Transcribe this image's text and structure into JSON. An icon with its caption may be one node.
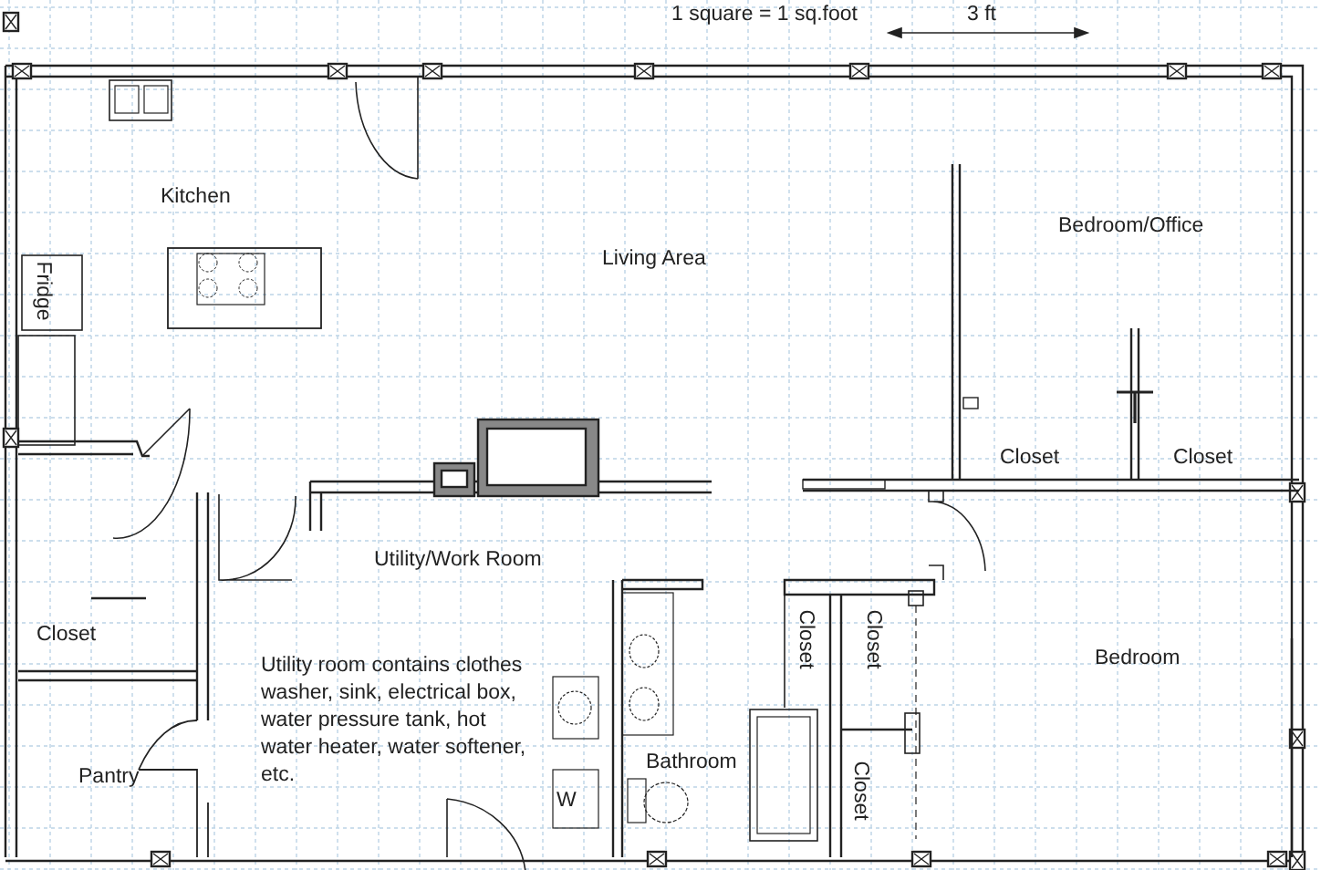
{
  "diagram": {
    "labels": [
      "1 square = 1 sq.foot",
      "3 ft",
      "Kitchen",
      "Bedroom/Office",
      "Living Area",
      "Fridge",
      "Closet",
      "Closet",
      "Utility/Work Room",
      "Closet",
      "Closet",
      "Closet",
      "Bedroom",
      "Utility room contains clothes washer, sink, electrical box, water pressure tank, hot water heater, water softener, etc.",
      "Pantry",
      "Bathroom",
      "W",
      "Closet"
    ]
  }
}
